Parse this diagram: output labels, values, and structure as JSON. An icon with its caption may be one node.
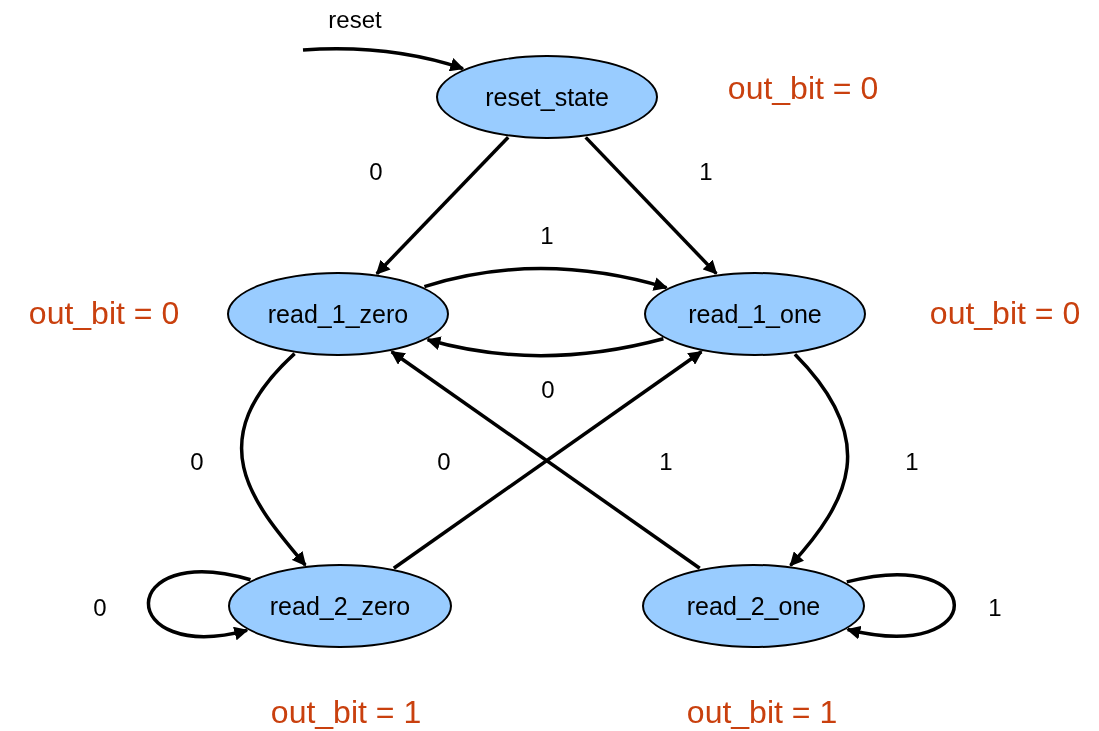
{
  "diagram": {
    "nodes": [
      {
        "text": [
          "reset_state"
        ],
        "beside": [
          "out_bit = 0"
        ]
      },
      {
        "text": [
          "read_1_zero"
        ],
        "beside": [
          "out_bit = 0"
        ]
      },
      {
        "text": [
          "read_1_one"
        ],
        "beside": [
          "out_bit = 0"
        ]
      },
      {
        "text": [
          "read_2_zero"
        ],
        "beside": [
          "out_bit = 1"
        ]
      },
      {
        "text": [
          "read_2_one"
        ],
        "beside": [
          "out_bit = 1"
        ]
      }
    ],
    "edges": [
      {
        "from": null,
        "to": 0,
        "arrow": "to",
        "label": "reset"
      },
      {
        "from": 0,
        "to": 1,
        "arrow": "to",
        "label": "0"
      },
      {
        "from": 0,
        "to": 2,
        "arrow": "to",
        "label": "1"
      },
      {
        "from": 1,
        "to": 2,
        "arrow": "to",
        "label": "1"
      },
      {
        "from": 2,
        "to": 1,
        "arrow": "to",
        "label": "0"
      },
      {
        "from": 1,
        "to": 3,
        "arrow": "to",
        "label": "0"
      },
      {
        "from": 3,
        "to": 2,
        "arrow": "to",
        "label": "1"
      },
      {
        "from": 4,
        "to": 1,
        "arrow": "to",
        "label": "0"
      },
      {
        "from": 2,
        "to": 4,
        "arrow": "to",
        "label": "1"
      },
      {
        "from": 3,
        "to": 3,
        "arrow": "to",
        "label": "0"
      },
      {
        "from": 4,
        "to": 4,
        "arrow": "to",
        "label": "1"
      }
    ]
  }
}
